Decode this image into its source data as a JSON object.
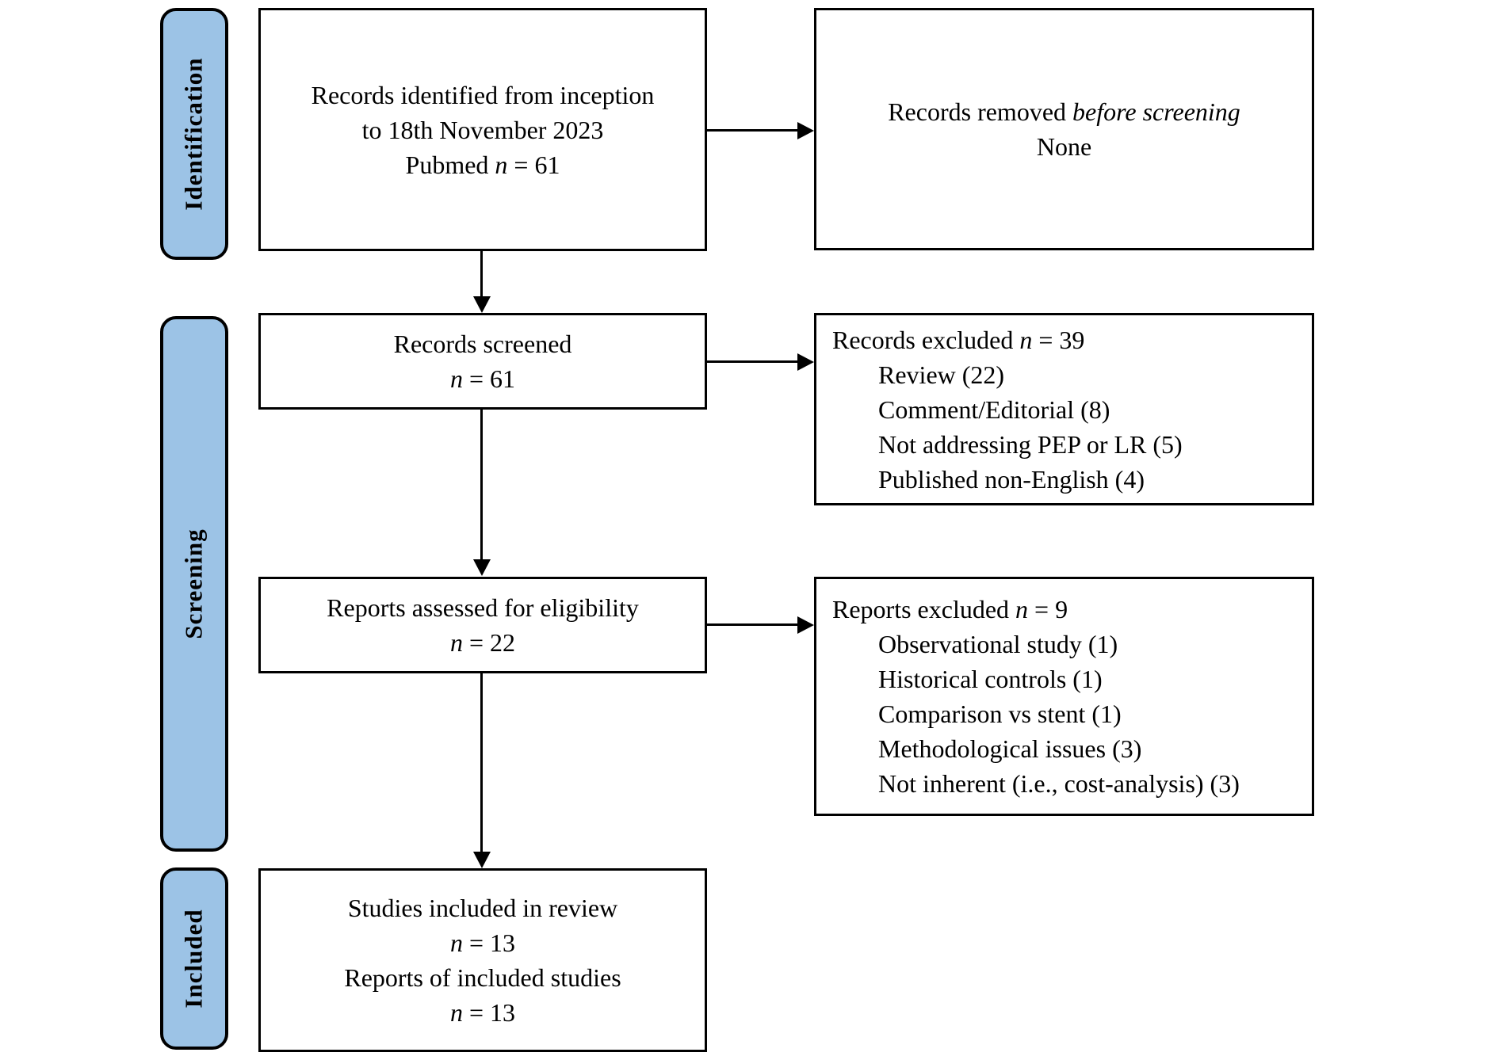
{
  "colors": {
    "stage_fill": "#9CC3E6",
    "border": "#000000",
    "background": "#FFFFFF"
  },
  "sidebar": {
    "identification_label": "Identification",
    "screening_label": "Screening",
    "included_label": "Included"
  },
  "boxes": {
    "records_identified": {
      "lines": [
        {
          "segments": [
            {
              "t": "Records identified from inception"
            }
          ]
        },
        {
          "segments": [
            {
              "t": "to 18th November 2023"
            }
          ]
        },
        {
          "segments": [
            {
              "t": "Pubmed "
            },
            {
              "t": "n",
              "i": true
            },
            {
              "t": " = 61"
            }
          ]
        }
      ]
    },
    "records_removed": {
      "lines": [
        {
          "segments": [
            {
              "t": "Records removed "
            },
            {
              "t": "before screening",
              "i": true
            }
          ]
        },
        {
          "segments": [
            {
              "t": "None"
            }
          ]
        }
      ]
    },
    "records_screened": {
      "lines": [
        {
          "segments": [
            {
              "t": "Records screened"
            }
          ]
        },
        {
          "segments": [
            {
              "t": "n",
              "i": true
            },
            {
              "t": " = 61"
            }
          ]
        }
      ]
    },
    "records_excluded": {
      "lines": [
        {
          "segments": [
            {
              "t": "Records excluded "
            },
            {
              "t": "n",
              "i": true
            },
            {
              "t": " = 39"
            }
          ]
        },
        {
          "indent": true,
          "segments": [
            {
              "t": "Review (22)"
            }
          ]
        },
        {
          "indent": true,
          "segments": [
            {
              "t": "Comment/Editorial (8)"
            }
          ]
        },
        {
          "indent": true,
          "segments": [
            {
              "t": "Not addressing PEP or LR (5)"
            }
          ]
        },
        {
          "indent": true,
          "segments": [
            {
              "t": "Published non-English (4)"
            }
          ]
        }
      ]
    },
    "reports_assessed": {
      "lines": [
        {
          "segments": [
            {
              "t": "Reports assessed for eligibility"
            }
          ]
        },
        {
          "segments": [
            {
              "t": "n",
              "i": true
            },
            {
              "t": " = 22"
            }
          ]
        }
      ]
    },
    "reports_excluded": {
      "lines": [
        {
          "segments": [
            {
              "t": "Reports excluded "
            },
            {
              "t": "n",
              "i": true
            },
            {
              "t": " = 9"
            }
          ]
        },
        {
          "indent": true,
          "segments": [
            {
              "t": "Observational study (1)"
            }
          ]
        },
        {
          "indent": true,
          "segments": [
            {
              "t": "Historical controls (1)"
            }
          ]
        },
        {
          "indent": true,
          "segments": [
            {
              "t": "Comparison vs stent (1)"
            }
          ]
        },
        {
          "indent": true,
          "segments": [
            {
              "t": "Methodological issues (3)"
            }
          ]
        },
        {
          "indent": true,
          "segments": [
            {
              "t": "Not inherent (i.e., cost-analysis) (3)"
            }
          ]
        }
      ]
    },
    "studies_included": {
      "lines": [
        {
          "segments": [
            {
              "t": "Studies included in review"
            }
          ]
        },
        {
          "segments": [
            {
              "t": "n",
              "i": true
            },
            {
              "t": " = 13"
            }
          ]
        },
        {
          "segments": [
            {
              "t": "Reports of included studies"
            }
          ]
        },
        {
          "segments": [
            {
              "t": "n",
              "i": true
            },
            {
              "t": " = 13"
            }
          ]
        }
      ]
    }
  }
}
